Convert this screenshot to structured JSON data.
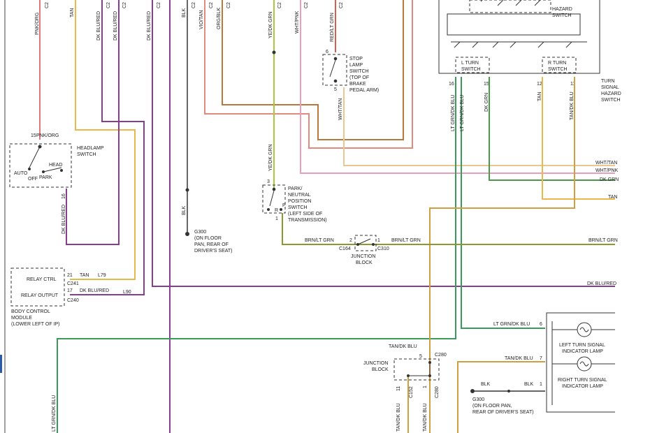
{
  "colors": {
    "pink_org": "#e0787a",
    "tan": "#e8b84a",
    "dk_blu_red": "#8a3d8f",
    "blk": "#333333",
    "vio_tan": "#a0607a",
    "org_blk": "#b8783a",
    "ye_dk_grn": "#a8c840",
    "wht_pnk": "#e8a0b8",
    "red_lt_grn": "#d06050",
    "lt_grn_dk_blu": "#3a9a5a",
    "dk_grn": "#4a9a4a",
    "brn_lt_grn": "#8a9a30",
    "tan_dk_blu": "#d0a040"
  },
  "top_wire_labels": [
    "PNK/ORG",
    "TAN",
    "DK BLU/RED",
    "DK BLU/RED",
    "DK BLU/RED",
    "BLK",
    "VIO/TAN",
    "ORG/BLK",
    "YE/DK GRN",
    "WHT/PNK",
    "RED/LT GRN"
  ],
  "top_connectors": [
    "C2",
    "C2",
    "C2",
    "C2",
    "C2",
    "C2",
    "C2",
    "C2",
    "C2",
    "C2"
  ],
  "headlamp_switch": {
    "pin": "15",
    "pin_wire": "PNK/ORG",
    "name_l1": "HEADLAMP",
    "name_l2": "SWITCH",
    "auto": "AUTO",
    "off": "OFF",
    "park": "PARK",
    "head": "HEAD",
    "out_pin": "16",
    "out_wire": "DK BLU/RED"
  },
  "ground_g300": {
    "wire": "BLK",
    "name": "G300",
    "desc_l1": "(ON FLOOR",
    "desc_l2": "PAN, REAR OF",
    "desc_l3": "DRIVER'S SEAT)"
  },
  "bcm": {
    "relay_ctrl": "RELAY CTRL",
    "relay_output": "RELAY OUTPUT",
    "pin_ctrl": "21",
    "pin_out": "17",
    "wire_ctrl": "TAN",
    "circuit_ctrl": "L79",
    "wire_out": "DK BLU/RED",
    "circuit_out": "L90",
    "conn_ctrl": "C241",
    "conn_out": "C240",
    "name_l1": "BODY CONTROL",
    "name_l2": "MODULE",
    "name_l3": "(LOWER LEFT OF IP)"
  },
  "stop_lamp_switch": {
    "pin_top": "6",
    "pin_bottom": "5",
    "name_l1": "STOP",
    "name_l2": "LAMP",
    "name_l3": "SWITCH",
    "name_l4": "(TOP OF",
    "name_l5": "BRAKE",
    "name_l6": "PEDAL ARM)",
    "wire_out": "WHT/TAN"
  },
  "park_neutral_switch": {
    "pin_top": "3",
    "pin_bottom": "1",
    "wire_in": "YE/DK GRN",
    "pos_r": "R",
    "pos_p": "P",
    "name_l1": "PARK/",
    "name_l2": "NEUTRAL",
    "name_l3": "POSITION",
    "name_l4": "SWITCH",
    "name_l5": "(LEFT SIDE OF",
    "name_l6": "TRANSMISSION)"
  },
  "junction_block_1": {
    "left_wire": "BRN/LT GRN",
    "right_wire": "BRN/LT GRN",
    "pin_left": "2",
    "pin_right": "1",
    "conn_left": "C164",
    "conn_right": "C310",
    "name_l1": "JUNCTION",
    "name_l2": "BLOCK"
  },
  "hazard_switch": {
    "name_l1": "HAZARD",
    "name_l2": "SWITCH",
    "l_turn_l1": "L TURN",
    "l_turn_l2": "SWITCH",
    "r_turn_l1": "R TURN",
    "r_turn_l2": "SWITCH",
    "pins": [
      "16",
      "15",
      "12",
      "11"
    ],
    "wires": [
      "LT GRN/DK BLU",
      "DK GRN",
      "TAN",
      "TAN/DK BLU"
    ],
    "wire_left_2": "LT GRN/DK BLU",
    "side_l1": "TURN",
    "side_l2": "SIGNAL",
    "side_l3": "HAZARD",
    "side_l4": "SWITCH"
  },
  "right_edge_labels": [
    "WHT/TAN",
    "WHT/PNK",
    "DK GRN",
    "TAN",
    "BRN/LT GRN",
    "DK BLU/RED"
  ],
  "indicators": {
    "left_wire": "LT GRN/DK BLU",
    "left_pin": "6",
    "left_name_l1": "LEFT TURN SIGNAL",
    "left_name_l2": "INDICATOR LAMP",
    "right_wire": "TAN/DK BLU",
    "right_pin": "7",
    "right_name_l1": "RIGHT TURN SIGNAL",
    "right_name_l2": "INDICATOR LAMP",
    "ground_wire": "BLK",
    "ground_pin": "1",
    "ground_name": "G300",
    "ground_desc_l1": "(ON FLOOR PAN,",
    "ground_desc_l2": "REAR OF DRIVER'S SEAT)"
  },
  "junction_block_2": {
    "wire_in": "TAN/DK BLU",
    "pin_top": "5",
    "conn_top": "C280",
    "name_l1": "JUNCTION",
    "name_l2": "BLOCK",
    "pins_bottom": [
      "11",
      "1"
    ],
    "conns_bottom": [
      "C152",
      "C280"
    ],
    "wires_bottom": [
      "TAN/DK BLU",
      "TAN/DK BLU"
    ]
  },
  "bottom_left_wire": "LT GRN/DK BLU"
}
